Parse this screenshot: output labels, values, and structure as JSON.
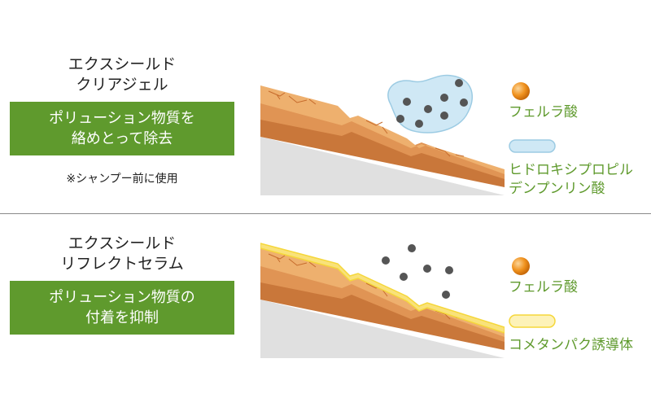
{
  "top": {
    "product_name_line1": "エクスシールド",
    "product_name_line2": "クリアジェル",
    "box_line1": "ポリューション物質を",
    "box_line2": "絡めとって除去",
    "note": "※シャンプー前に使用",
    "legend": [
      {
        "icon": "orange-sphere-icon",
        "label_line1": "フェルラ酸",
        "label_line2": ""
      },
      {
        "icon": "light-blue-capsule-icon",
        "label_line1": "ヒドロキシプロピル",
        "label_line2": "デンプンリン酸"
      }
    ]
  },
  "bottom": {
    "product_name_line1": "エクスシールド",
    "product_name_line2": "リフレクトセラム",
    "box_line1": "ポリューション物質の",
    "box_line2": "付着を抑制",
    "legend": [
      {
        "icon": "orange-sphere-icon",
        "label_line1": "フェルラ酸",
        "label_line2": ""
      },
      {
        "icon": "yellow-capsule-icon",
        "label_line1": "コメタンパク誘導体",
        "label_line2": ""
      }
    ]
  },
  "colors": {
    "green_box": "#5f9a2d",
    "legend_text": "#5f9a2d",
    "skin_top": "#e9a862",
    "skin_layer": "#d98c4a",
    "gel_blue": "#cfe8f5",
    "serum_yellow": "#f5d73a",
    "pollutant": "#555555"
  }
}
